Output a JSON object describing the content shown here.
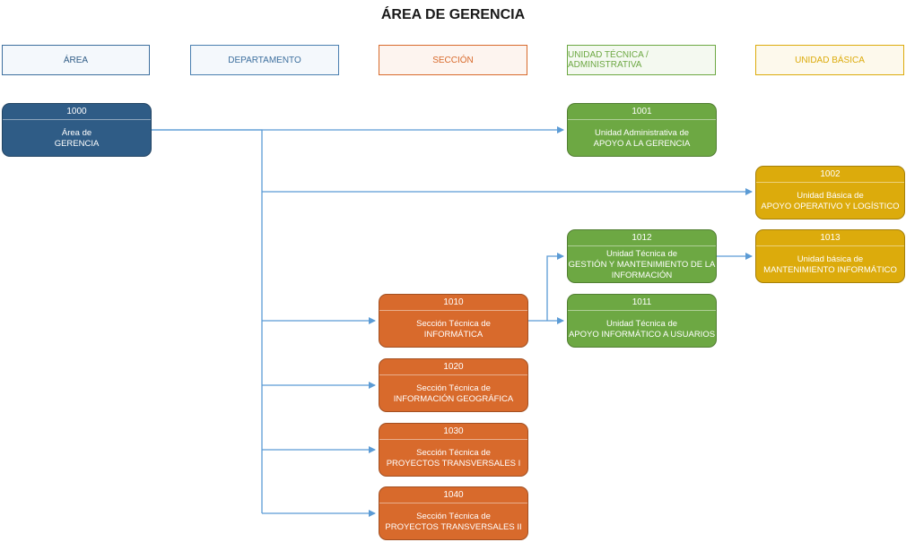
{
  "title": "ÁREA DE GERENCIA",
  "colors": {
    "area": "#2f5c86",
    "seccion": "#d86a2c",
    "unidad_tecnica": "#6da843",
    "unidad_basica": "#dcab0c",
    "connector": "#5b9bd5"
  },
  "legend": [
    {
      "id": "area",
      "label": "ÁREA",
      "border": "#3d6f9e",
      "text": "#2f5c86",
      "bg": "#f4f8fc"
    },
    {
      "id": "departamento",
      "label": "DEPARTAMENTO",
      "border": "#4a7fb0",
      "text": "#3d6f9e",
      "bg": "#f4f8fc"
    },
    {
      "id": "seccion",
      "label": "SECCIÓN",
      "border": "#d86a2c",
      "text": "#d86a2c",
      "bg": "#fdf4ef"
    },
    {
      "id": "unidad_tecnica",
      "label": "UNIDAD TÉCNICA / ADMINISTRATIVA",
      "border": "#6da843",
      "text": "#6da843",
      "bg": "#f4f9f0"
    },
    {
      "id": "unidad_basica",
      "label": "UNIDAD BÁSICA",
      "border": "#dcab0c",
      "text": "#dcab0c",
      "bg": "#fdf9ec"
    }
  ],
  "nodes": [
    {
      "id": "n1000",
      "code": "1000",
      "line1": "Área de",
      "line2": "GERENCIA",
      "type": "area"
    },
    {
      "id": "n1001",
      "code": "1001",
      "line1": "Unidad Administrativa de",
      "line2": "APOYO A LA GERENCIA",
      "type": "unidad_tecnica"
    },
    {
      "id": "n1002",
      "code": "1002",
      "line1": "Unidad Básica de",
      "line2": "APOYO OPERATIVO Y LOGÍSTICO",
      "type": "unidad_basica"
    },
    {
      "id": "n1012",
      "code": "1012",
      "line1": "Unidad Técnica de",
      "line2": "GESTIÓN Y MANTENIMIENTO DE LA",
      "line3": "INFORMACIÓN",
      "type": "unidad_tecnica"
    },
    {
      "id": "n1013",
      "code": "1013",
      "line1": "Unidad básica de",
      "line2": "MANTENIMIENTO INFORMÁTICO",
      "type": "unidad_basica"
    },
    {
      "id": "n1010",
      "code": "1010",
      "line1": "Sección Técnica de",
      "line2": "INFORMÁTICA",
      "type": "seccion"
    },
    {
      "id": "n1011",
      "code": "1011",
      "line1": "Unidad Técnica de",
      "line2": "APOYO INFORMÁTICO A USUARIOS",
      "type": "unidad_tecnica"
    },
    {
      "id": "n1020",
      "code": "1020",
      "line1": "Sección Técnica de",
      "line2": "INFORMACIÓN GEOGRÁFICA",
      "type": "seccion"
    },
    {
      "id": "n1030",
      "code": "1030",
      "line1": "Sección Técnica de",
      "line2": "PROYECTOS TRANSVERSALES I",
      "type": "seccion"
    },
    {
      "id": "n1040",
      "code": "1040",
      "line1": "Sección Técnica de",
      "line2": "PROYECTOS TRANSVERSALES II",
      "type": "seccion"
    }
  ]
}
